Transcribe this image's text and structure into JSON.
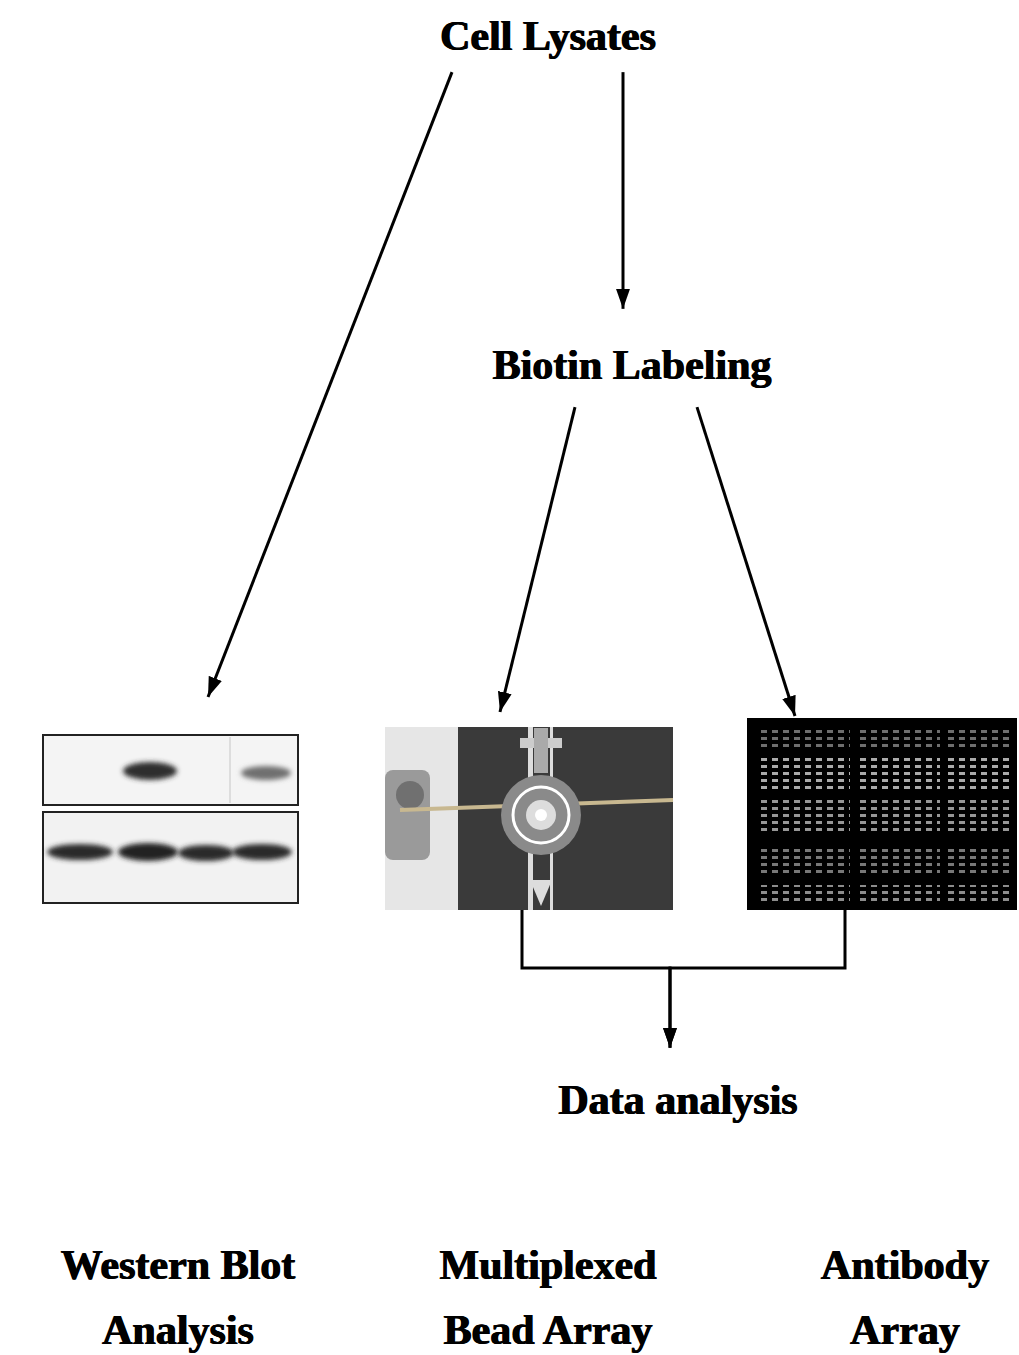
{
  "diagram": {
    "nodes": [
      {
        "text": [
          "Cell Lysates"
        ]
      },
      {
        "text": [
          "Biotin Labeling"
        ]
      },
      {
        "text": [
          "Western Blot Analysis"
        ]
      },
      {
        "text": [
          "Multiplexed Bead Array"
        ]
      },
      {
        "text": [
          "Antibody Array"
        ]
      },
      {
        "text": [
          "Data analysis"
        ]
      }
    ],
    "edges": [
      {
        "from": 0,
        "to": 2,
        "arrow": "to"
      },
      {
        "from": 0,
        "to": 1,
        "arrow": "to"
      },
      {
        "from": 1,
        "to": 3,
        "arrow": "to"
      },
      {
        "from": 1,
        "to": 4,
        "arrow": "to"
      },
      {
        "from": 3,
        "to": 5,
        "arrow": "to"
      },
      {
        "from": 4,
        "to": 5,
        "arrow": "to"
      }
    ]
  }
}
